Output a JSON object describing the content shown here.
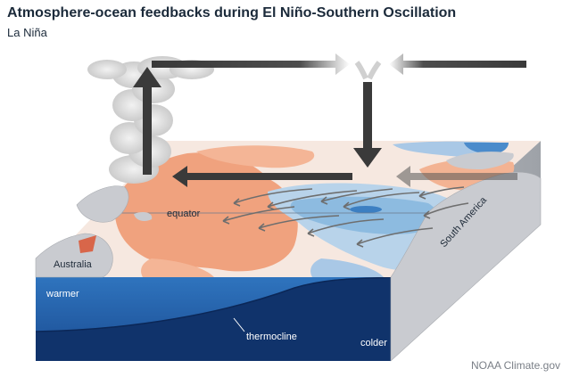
{
  "title": "Atmosphere-ocean feedbacks during El Niño-Southern Oscillation",
  "subtitle": "La Niña",
  "labels": {
    "equator": "equator",
    "australia": "Australia",
    "south_america": "South America",
    "warmer": "warmer",
    "thermocline": "thermocline",
    "colder": "colder"
  },
  "credit": "NOAA Climate.gov",
  "colors": {
    "warm_anomaly": "#f0a27e",
    "cool_anomaly": "#7fb3dc",
    "deep_cool": "#3c7fc2",
    "ocean_top": "#2d6fb8",
    "ocean_bottom": "#0f2f63",
    "land": "#c9cbd0",
    "arrow": "#3a3a3a",
    "title": "#1b2a3a"
  }
}
